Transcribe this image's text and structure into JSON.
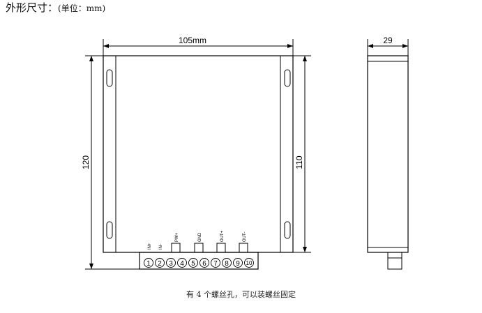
{
  "heading": {
    "title": "外形尺寸：",
    "unit": "(单位：mm)"
  },
  "dimensions": {
    "width": "105mm",
    "height_outer": "120",
    "height_inner": "110",
    "depth": "29"
  },
  "terminals": {
    "labels": [
      "IN+",
      "IN-",
      "PW+",
      "GND",
      "OUT+",
      "OUT-"
    ],
    "numbers": [
      "1",
      "2",
      "3",
      "4",
      "5",
      "6",
      "7",
      "8",
      "9",
      "10"
    ]
  },
  "caption": "有 4 个螺丝孔，可以装螺丝固定"
}
